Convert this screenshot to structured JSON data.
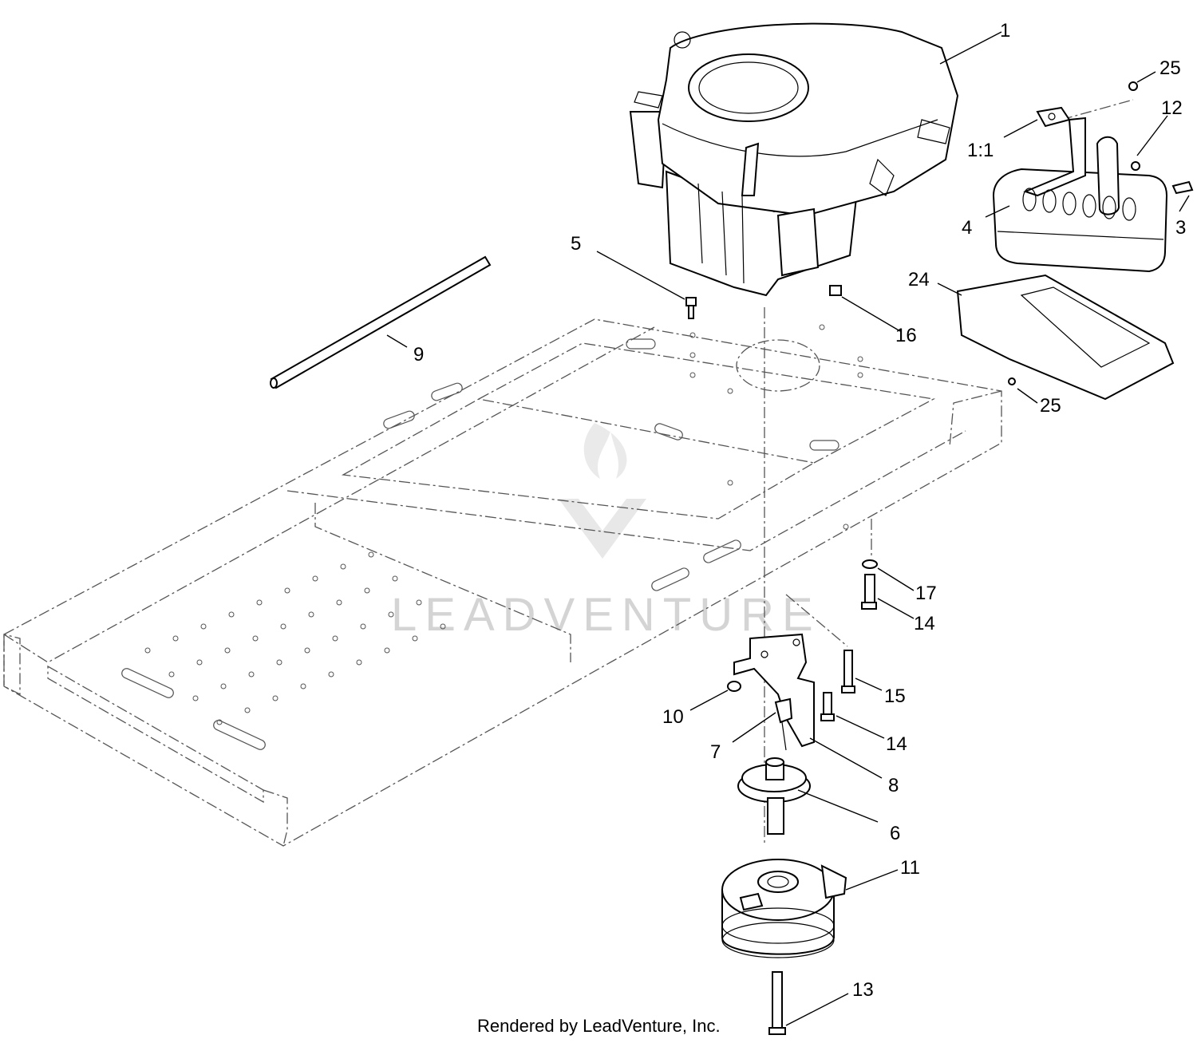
{
  "callouts": {
    "c1": "1",
    "c25a": "25",
    "c12": "12",
    "c1_1": "1:1",
    "c4": "4",
    "c3": "3",
    "c5": "5",
    "c24": "24",
    "c16": "16",
    "c9": "9",
    "c25b": "25",
    "c17": "17",
    "c14a": "14",
    "c15": "15",
    "c10": "10",
    "c14b": "14",
    "c7": "7",
    "c8": "8",
    "c6": "6",
    "c11": "11",
    "c13": "13"
  },
  "watermark": "LEADVENTURE",
  "footer": "Rendered by LeadVenture, Inc.",
  "colors": {
    "line": "#000000",
    "watermark": "#d4d4d4",
    "background": "#ffffff"
  }
}
